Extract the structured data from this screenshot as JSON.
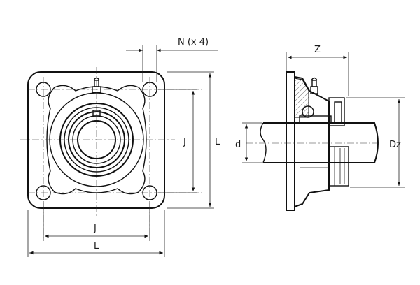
{
  "drawing": {
    "front_view": {
      "labels": {
        "bolt_holes": "N (x 4)",
        "bolt_spacing_vertical": "J",
        "flange_height": "L",
        "bolt_spacing_horizontal": "J",
        "flange_width": "L"
      }
    },
    "side_view": {
      "labels": {
        "overall_width": "Z",
        "shaft_diameter": "d",
        "collar_diameter": "Dz"
      }
    },
    "colors": {
      "line": "#111111",
      "background": "#ffffff"
    }
  }
}
